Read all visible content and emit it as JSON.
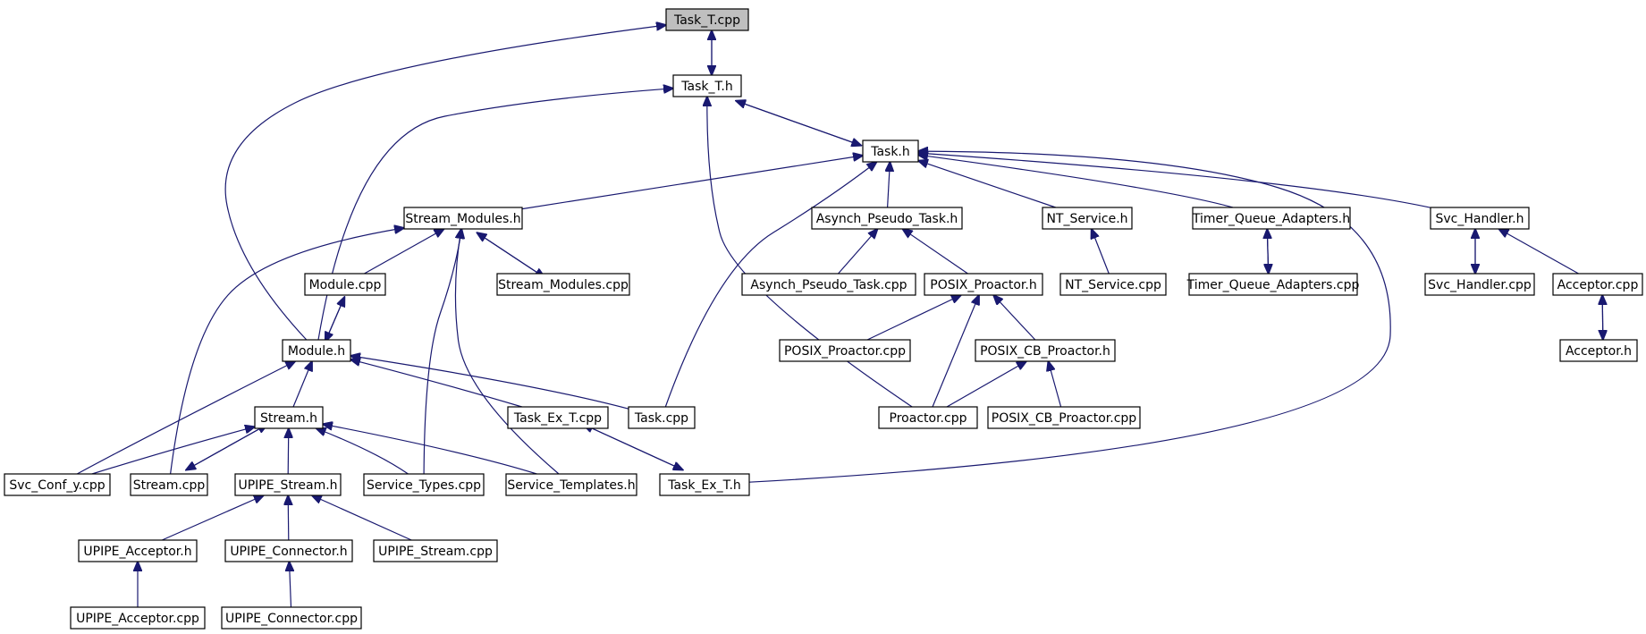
{
  "diagram": {
    "type": "include-dependency-graph",
    "root": "Task_T.cpp",
    "colors": {
      "edge": "#191970",
      "root_fill": "#bfbfbf",
      "node_fill": "#ffffff",
      "node_border": "#000000"
    },
    "nodes": [
      {
        "id": "task_t_cpp",
        "label": "Task_T.cpp",
        "root": true
      },
      {
        "id": "task_t_h",
        "label": "Task_T.h"
      },
      {
        "id": "task_h",
        "label": "Task.h"
      },
      {
        "id": "stream_modules_h",
        "label": "Stream_Modules.h"
      },
      {
        "id": "asynch_pseudo_task_h",
        "label": "Asynch_Pseudo_Task.h"
      },
      {
        "id": "nt_service_h",
        "label": "NT_Service.h"
      },
      {
        "id": "timer_queue_adapters_h",
        "label": "Timer_Queue_Adapters.h"
      },
      {
        "id": "svc_handler_h",
        "label": "Svc_Handler.h"
      },
      {
        "id": "module_cpp",
        "label": "Module.cpp"
      },
      {
        "id": "stream_modules_cpp",
        "label": "Stream_Modules.cpp"
      },
      {
        "id": "asynch_pseudo_task_cpp",
        "label": "Asynch_Pseudo_Task.cpp"
      },
      {
        "id": "posix_proactor_h",
        "label": "POSIX_Proactor.h"
      },
      {
        "id": "nt_service_cpp",
        "label": "NT_Service.cpp"
      },
      {
        "id": "timer_queue_adapters_cpp",
        "label": "Timer_Queue_Adapters.cpp"
      },
      {
        "id": "svc_handler_cpp",
        "label": "Svc_Handler.cpp"
      },
      {
        "id": "acceptor_cpp",
        "label": "Acceptor.cpp"
      },
      {
        "id": "module_h",
        "label": "Module.h"
      },
      {
        "id": "posix_proactor_cpp",
        "label": "POSIX_Proactor.cpp"
      },
      {
        "id": "posix_cb_proactor_h",
        "label": "POSIX_CB_Proactor.h"
      },
      {
        "id": "acceptor_h",
        "label": "Acceptor.h"
      },
      {
        "id": "stream_h",
        "label": "Stream.h"
      },
      {
        "id": "task_ex_t_cpp",
        "label": "Task_Ex_T.cpp"
      },
      {
        "id": "task_cpp",
        "label": "Task.cpp"
      },
      {
        "id": "proactor_cpp",
        "label": "Proactor.cpp"
      },
      {
        "id": "posix_cb_proactor_cpp",
        "label": "POSIX_CB_Proactor.cpp"
      },
      {
        "id": "svc_conf_y_cpp",
        "label": "Svc_Conf_y.cpp"
      },
      {
        "id": "stream_cpp",
        "label": "Stream.cpp"
      },
      {
        "id": "upipe_stream_h",
        "label": "UPIPE_Stream.h"
      },
      {
        "id": "service_types_cpp",
        "label": "Service_Types.cpp"
      },
      {
        "id": "service_templates_h",
        "label": "Service_Templates.h"
      },
      {
        "id": "task_ex_t_h",
        "label": "Task_Ex_T.h"
      },
      {
        "id": "upipe_acceptor_h",
        "label": "UPIPE_Acceptor.h"
      },
      {
        "id": "upipe_connector_h",
        "label": "UPIPE_Connector.h"
      },
      {
        "id": "upipe_stream_cpp",
        "label": "UPIPE_Stream.cpp"
      },
      {
        "id": "upipe_acceptor_cpp",
        "label": "UPIPE_Acceptor.cpp"
      },
      {
        "id": "upipe_connector_cpp",
        "label": "UPIPE_Connector.cpp"
      }
    ],
    "edges": [
      {
        "from": "task_t_h",
        "to": "task_t_cpp"
      },
      {
        "from": "task_t_cpp",
        "to": "task_t_h"
      },
      {
        "from": "module_h",
        "to": "task_t_cpp"
      },
      {
        "from": "task_h",
        "to": "task_t_h"
      },
      {
        "from": "task_t_h",
        "to": "task_h"
      },
      {
        "from": "module_h",
        "to": "task_t_h"
      },
      {
        "from": "proactor_cpp",
        "to": "task_t_h"
      },
      {
        "from": "stream_modules_h",
        "to": "task_h"
      },
      {
        "from": "asynch_pseudo_task_h",
        "to": "task_h"
      },
      {
        "from": "nt_service_h",
        "to": "task_h"
      },
      {
        "from": "timer_queue_adapters_h",
        "to": "task_h"
      },
      {
        "from": "svc_handler_h",
        "to": "task_h"
      },
      {
        "from": "task_cpp",
        "to": "task_h"
      },
      {
        "from": "task_ex_t_h",
        "to": "task_h"
      },
      {
        "from": "module_cpp",
        "to": "stream_modules_h"
      },
      {
        "from": "stream_modules_cpp",
        "to": "stream_modules_h"
      },
      {
        "from": "stream_modules_h",
        "to": "stream_modules_cpp"
      },
      {
        "from": "stream_cpp",
        "to": "stream_modules_h"
      },
      {
        "from": "service_types_cpp",
        "to": "stream_modules_h"
      },
      {
        "from": "service_templates_h",
        "to": "stream_modules_h"
      },
      {
        "from": "asynch_pseudo_task_cpp",
        "to": "asynch_pseudo_task_h"
      },
      {
        "from": "posix_proactor_h",
        "to": "asynch_pseudo_task_h"
      },
      {
        "from": "nt_service_cpp",
        "to": "nt_service_h"
      },
      {
        "from": "timer_queue_adapters_cpp",
        "to": "timer_queue_adapters_h"
      },
      {
        "from": "timer_queue_adapters_h",
        "to": "timer_queue_adapters_cpp"
      },
      {
        "from": "svc_handler_cpp",
        "to": "svc_handler_h"
      },
      {
        "from": "svc_handler_h",
        "to": "svc_handler_cpp"
      },
      {
        "from": "acceptor_cpp",
        "to": "svc_handler_h"
      },
      {
        "from": "acceptor_h",
        "to": "acceptor_cpp"
      },
      {
        "from": "acceptor_cpp",
        "to": "acceptor_h"
      },
      {
        "from": "module_h",
        "to": "module_cpp"
      },
      {
        "from": "module_cpp",
        "to": "module_h"
      },
      {
        "from": "posix_proactor_cpp",
        "to": "posix_proactor_h"
      },
      {
        "from": "posix_cb_proactor_h",
        "to": "posix_proactor_h"
      },
      {
        "from": "proactor_cpp",
        "to": "posix_proactor_h"
      },
      {
        "from": "proactor_cpp",
        "to": "posix_cb_proactor_h"
      },
      {
        "from": "posix_cb_proactor_cpp",
        "to": "posix_cb_proactor_h"
      },
      {
        "from": "stream_h",
        "to": "module_h"
      },
      {
        "from": "svc_conf_y_cpp",
        "to": "module_h"
      },
      {
        "from": "task_ex_t_cpp",
        "to": "module_h"
      },
      {
        "from": "task_cpp",
        "to": "module_h"
      },
      {
        "from": "svc_conf_y_cpp",
        "to": "stream_h"
      },
      {
        "from": "stream_cpp",
        "to": "stream_h"
      },
      {
        "from": "stream_h",
        "to": "stream_cpp"
      },
      {
        "from": "upipe_stream_h",
        "to": "stream_h"
      },
      {
        "from": "service_types_cpp",
        "to": "stream_h"
      },
      {
        "from": "service_templates_h",
        "to": "stream_h"
      },
      {
        "from": "task_ex_t_h",
        "to": "task_ex_t_cpp"
      },
      {
        "from": "task_ex_t_cpp",
        "to": "task_ex_t_h"
      },
      {
        "from": "upipe_acceptor_h",
        "to": "upipe_stream_h"
      },
      {
        "from": "upipe_connector_h",
        "to": "upipe_stream_h"
      },
      {
        "from": "upipe_stream_cpp",
        "to": "upipe_stream_h"
      },
      {
        "from": "upipe_acceptor_cpp",
        "to": "upipe_acceptor_h"
      },
      {
        "from": "upipe_connector_cpp",
        "to": "upipe_connector_h"
      }
    ]
  }
}
